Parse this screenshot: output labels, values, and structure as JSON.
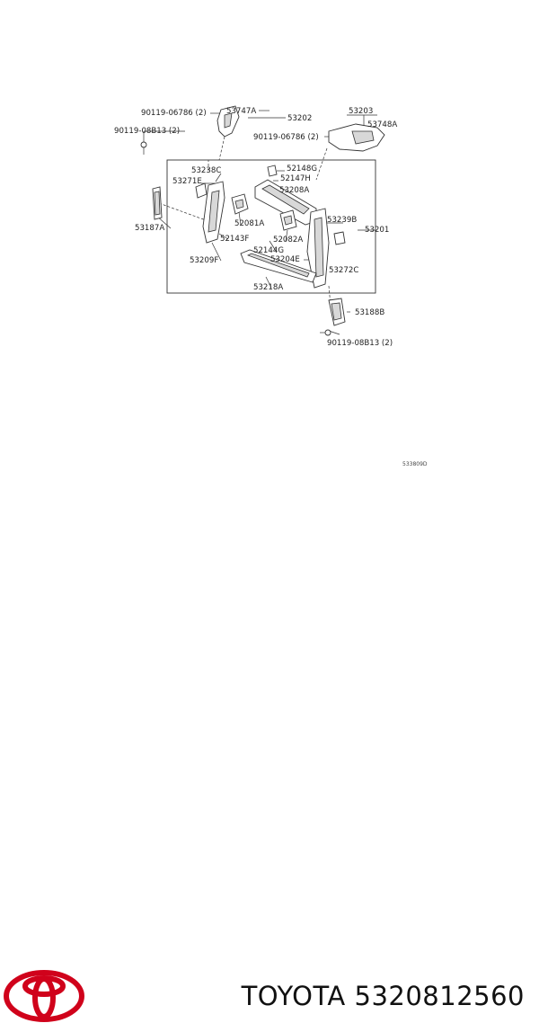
{
  "labels": {
    "l_90119_06786_a": "90119-06786 (2)",
    "l_53747A": "53747A",
    "l_53202": "53202",
    "l_90119_08B13_a": "90119-08B13 (2)",
    "l_53203": "53203",
    "l_53748A": "53748A",
    "l_90119_06786_b": "90119-06786 (2)",
    "l_53238C": "53238C",
    "l_52148G": "52148G",
    "l_52147H": "52147H",
    "l_53271E": "53271E",
    "l_53208A": "53208A",
    "l_52081A": "52081A",
    "l_53239B": "53239B",
    "l_53187A": "53187A",
    "l_52143F": "52143F",
    "l_52082A": "52082A",
    "l_53201": "53201",
    "l_52144G": "52144G",
    "l_53209F": "53209F",
    "l_53204E": "53204E",
    "l_53272C": "53272C",
    "l_53218A": "53218A",
    "l_53188B": "53188B",
    "l_90119_08B13_b": "90119-08B13 (2)",
    "l_ref": "533809D"
  },
  "brand": {
    "text": "TOYOTA 5320812560",
    "logo_color": "#d0021b"
  }
}
